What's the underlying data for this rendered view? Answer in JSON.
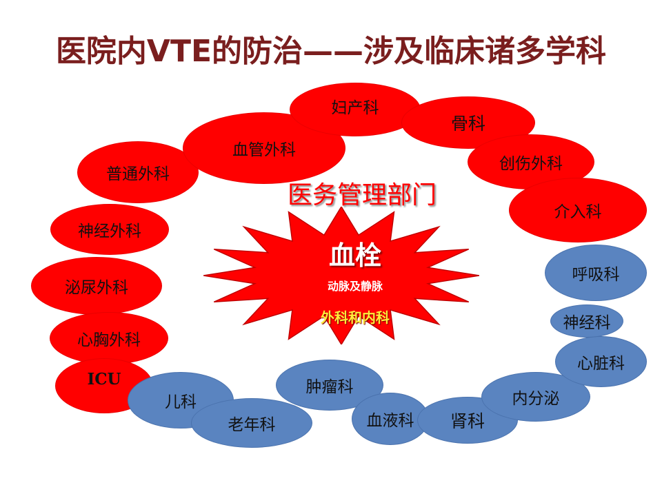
{
  "title": "医院内VTE的防治——涉及临床诸多学科",
  "management": "医务管理部门",
  "center": {
    "main": "血栓",
    "sub": "动脉及静脉",
    "scope": "外科和内科"
  },
  "colors": {
    "title": "#7a1e1e",
    "surgical": "#ff0000",
    "medical": "#5a84c0",
    "star": "#ff0000",
    "scope_text": "#ffeb3b"
  },
  "surgical_departments": [
    "普通外科",
    "血管外科",
    "妇产科",
    "骨科",
    "创伤外科",
    "介入科",
    "神经外科",
    "泌尿外科",
    "心胸外科",
    "ICU"
  ],
  "medical_departments": [
    "呼吸科",
    "神经科",
    "心脏科",
    "内分泌",
    "肾科",
    "血液科",
    "肿瘤科",
    "老年科",
    "儿科"
  ]
}
